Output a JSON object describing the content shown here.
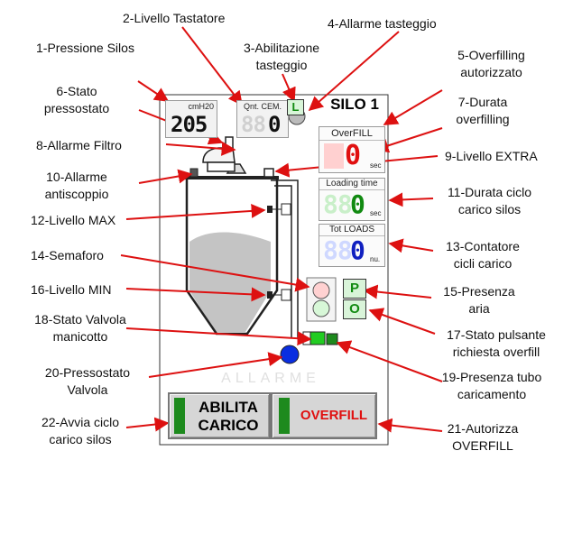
{
  "callouts": {
    "c1": "1-Pressione Silos",
    "c2": "2-Livello Tastatore",
    "c3": [
      "3-Abilitazione",
      "tasteggio"
    ],
    "c4": "4-Allarme tasteggio",
    "c5": [
      "5-Overfilling",
      "autorizzato"
    ],
    "c6": [
      "6-Stato",
      "pressostato"
    ],
    "c7": [
      "7-Durata",
      "overfilling"
    ],
    "c8": "8-Allarme Filtro",
    "c9": "9-Livello EXTRA",
    "c10": [
      "10-Allarme",
      "antiscoppio"
    ],
    "c11": [
      "11-Durata ciclo",
      "carico silos"
    ],
    "c12": "12-Livello MAX",
    "c13": [
      "13-Contatore",
      "cicli carico"
    ],
    "c14": "14-Semaforo",
    "c15": [
      "15-Presenza",
      "aria"
    ],
    "c16": "16-Livello MIN",
    "c17": [
      "17-Stato pulsante",
      "richiesta overfill"
    ],
    "c18": [
      "18-Stato Valvola",
      "manicotto"
    ],
    "c19": [
      "19-Presenza tubo",
      "caricamento"
    ],
    "c20": [
      "20-Pressostato",
      "Valvola"
    ],
    "c21": [
      "21-Autorizza",
      "OVERFILL"
    ],
    "c22": [
      "22-Avvia ciclo",
      "carico silos"
    ]
  },
  "panel": {
    "title": "SILO 1",
    "pressure": {
      "caption": "cmH20",
      "value": "205"
    },
    "cement": {
      "caption": "Qnt. CEM.",
      "ghost": "88",
      "value": "0"
    },
    "tasteggio_indicator": "L",
    "overfill": {
      "caption": "OverFILL",
      "value": "0",
      "unit": "sec"
    },
    "loading_time": {
      "caption": "Loading time",
      "ghost": "88",
      "value": "0",
      "unit": "sec"
    },
    "tot_loads": {
      "caption": "Tot LOADS",
      "ghost": "88",
      "value": "0",
      "unit": "nu."
    },
    "air_p": "P",
    "air_o": "O",
    "alarm_text": "ALLARME",
    "btn_abilita": [
      "ABILITA",
      "CARICO"
    ],
    "btn_overfill": "OVERFILL"
  },
  "colors": {
    "arrow": "#dd1111",
    "segment_dark": "#111111",
    "segment_red": "#e01010",
    "segment_green": "#118a11",
    "button_green": "#1d8a1d",
    "pump_blue": "#0a2ee0",
    "valve_green": "#22cc22",
    "material": "#c4c4c4"
  }
}
